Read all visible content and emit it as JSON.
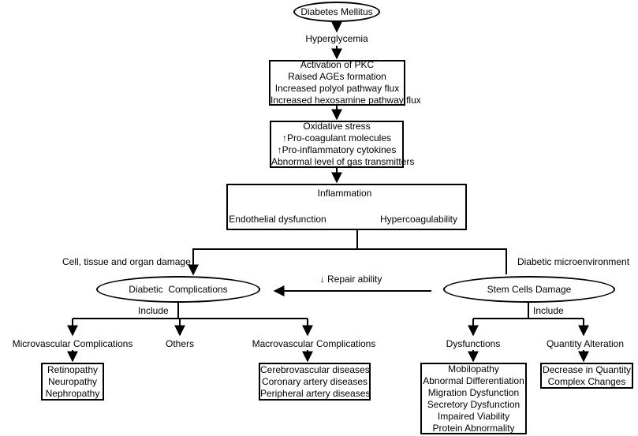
{
  "nodes": {
    "diabetes": "Diabetes Mellitus",
    "hyperglycemia": "Hyperglycemia",
    "mechanisms": [
      "Activation of PKC",
      "Raised AGEs formation",
      "Increased polyol pathway flux",
      "Increased hexosamine pathway flux"
    ],
    "stress": [
      "Oxidative stress",
      "↑Pro-coagulant molecules",
      "↑Pro-inflammatory cytokines",
      "Abnormal level of gas transmitters"
    ],
    "inflammation": "Inflammation",
    "endothelial": "Endothelial dysfunction",
    "hypercoag": "Hypercoagulability",
    "cell_damage": "Cell, tissue and organ damage",
    "microenv": "Diabetic microenvironment",
    "complications": "Diabetic  Complications",
    "repair": "↓ Repair ability",
    "stem_cells": "Stem Cells Damage",
    "include_left": "Include",
    "include_right": "Include",
    "micro": "Microvascular Complications",
    "others": "Others",
    "macro": "Macrovascular Complications",
    "dysfunctions": "Dysfunctions",
    "quantity": "Quantity Alteration",
    "micro_items": [
      "Retinopathy",
      "Neuropathy",
      "Nephropathy"
    ],
    "macro_items": [
      "Cerebrovascular diseases",
      "Coronary artery diseases",
      "Peripheral artery diseases"
    ],
    "dys_items": [
      "Mobilopathy",
      "Abnormal Differentiation",
      "Migration Dysfunction",
      "Secretory Dysfunction",
      "Impaired Viability",
      "Protein Abnormality"
    ],
    "quant_items": [
      "Decrease in Quantity",
      "Complex Changes"
    ]
  }
}
